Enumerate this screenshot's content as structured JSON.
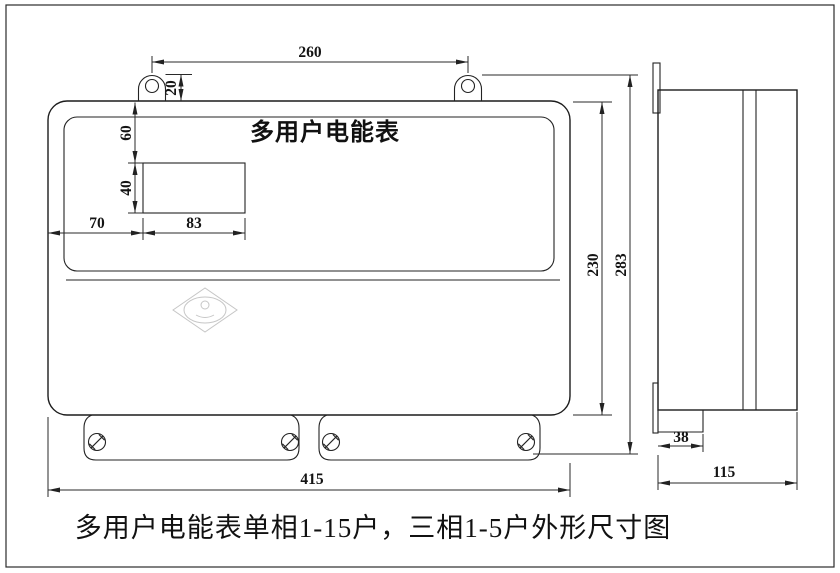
{
  "drawing": {
    "front_label": "多用户电能表",
    "caption": "多用户电能表单相1-15户，三相1-5户外形尺寸图",
    "dimensions": {
      "front": {
        "mount_hole_spacing": "260",
        "mount_tab_height": "20",
        "window_top_offset": "60",
        "window_height": "40",
        "window_left_offset": "70",
        "window_width": "83",
        "body_height": "230",
        "overall_height": "283",
        "body_width": "415"
      },
      "side": {
        "terminal_step_depth": "38",
        "overall_depth": "115"
      }
    }
  }
}
